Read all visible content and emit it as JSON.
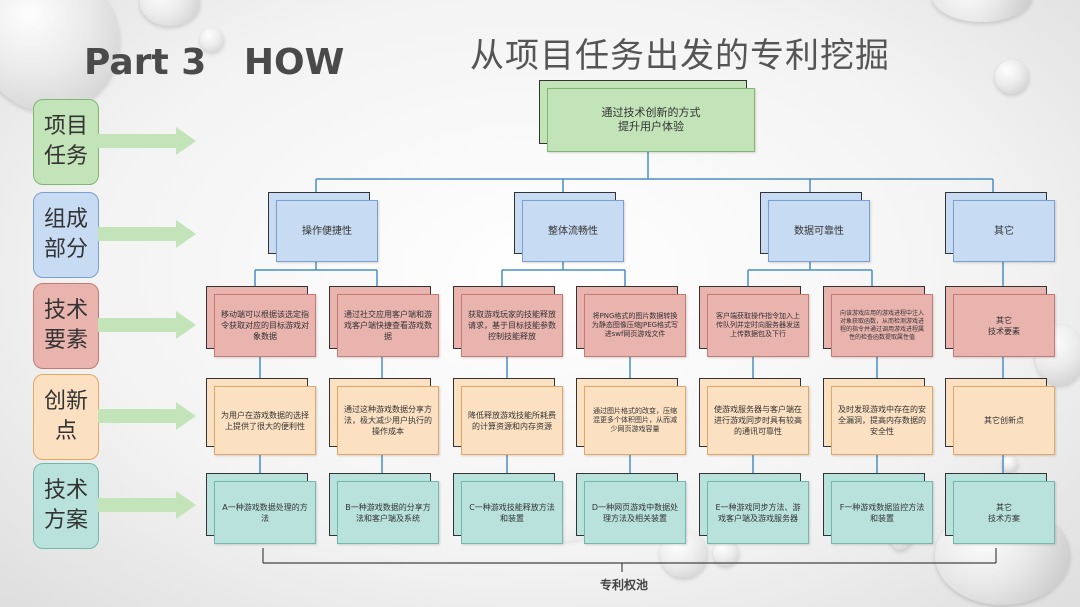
{
  "header": {
    "part_title": "Part 3   HOW",
    "main_title": "从项目任务出发的专利挖掘"
  },
  "side_labels": [
    {
      "text": "项目\n任务",
      "color": "#c2e4b8",
      "border": "#7fb673"
    },
    {
      "text": "组成\n部分",
      "color": "#c7dbf3",
      "border": "#7b9fcf"
    },
    {
      "text": "技术\n要素",
      "color": "#e9b3ae",
      "border": "#c67a73"
    },
    {
      "text": "创新\n点",
      "color": "#fbe1c2",
      "border": "#e0a866"
    },
    {
      "text": "技术\n方案",
      "color": "#b8e2db",
      "border": "#74b8ad"
    }
  ],
  "root": "通过技术创新的方式\n提升用户体验",
  "components": [
    "操作便捷性",
    "整体流畅性",
    "数据可靠性",
    "其它"
  ],
  "elements": [
    "移动端可以根据该选定指令获取对应的目标游戏对象数据",
    "通过社交应用客户端和游戏客户端快捷查看游戏数据",
    "获取游戏玩家的技能释放请求，基于目标技能参数控制技能释放",
    "将PNG格式的图片数据转换为静态图像压缩JPEG格式写进swf网页游戏文件",
    "客户端获取操作指令加入上传队列并定时向服务器发送上传数据包及下行",
    "向该游戏应用的游戏进程中注入对象获取函数，从而检测游戏进程的指令并通过调用游戏进程属性的检查函数提取属性值",
    "其它\n技术要素"
  ],
  "innovations": [
    "为用户在游戏数据的选择上提供了很大的便利性",
    "通过这种游戏数据分享方法，极大减少用户执行的操作成本",
    "降低释放游戏技能所耗费的计算资源和内存资源",
    "通过图片格式的改变，压缩混更多个体积图片，从而减少网页游戏容量",
    "使游戏服务器与客户端在进行游戏同步时具有较高的通讯可靠性",
    "及时发现游戏中存在的安全漏洞，提高内存数据的安全性",
    "其它创新点"
  ],
  "solutions": [
    "A一种游戏数据处理的方法",
    "B一种游戏数据的分享方法和客户端及系统",
    "C一种游戏技能释放方法和装置",
    "D一种网页游戏中数据处理方法及相关装置",
    "E一种游戏同步方法、游戏客户端及游戏服务器",
    "F一种游戏数据监控方法和装置",
    "其它\n技术方案"
  ],
  "pool_label": "专利权池"
}
